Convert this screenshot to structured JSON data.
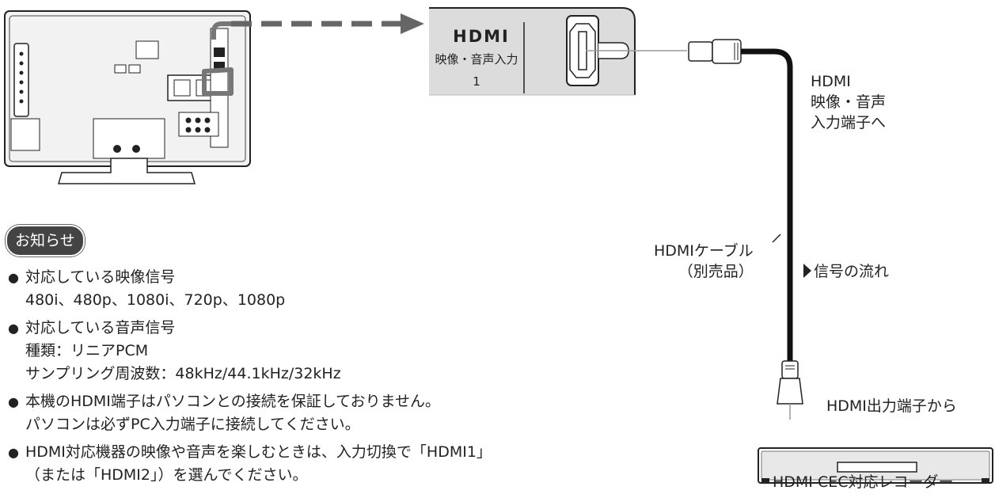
{
  "panel": {
    "logo": "HDMI",
    "input_label": "映像・音声入力",
    "input_number": "1"
  },
  "labels": {
    "tv_terminal": [
      "HDMI",
      "映像・音声",
      "入力端子へ"
    ],
    "cable": [
      "HDMIケーブル",
      "（別売品）"
    ],
    "signal_flow": "信号の流れ",
    "recorder_output": "HDMI出力端子から",
    "recorder": "HDMI CEC対応レコーダー"
  },
  "notice": {
    "title": "お知らせ",
    "items": [
      {
        "text": "対応している映像信号",
        "sub": [
          "480i、480p、1080i、720p、1080p"
        ]
      },
      {
        "text": "対応している音声信号",
        "sub": [
          "種類：リニアPCM",
          "サンプリング周波数：48kHz/44.1kHz/32kHz"
        ]
      },
      {
        "text": "本機のHDMI端子はパソコンとの接続を保証しておりません。",
        "sub": [
          "パソコンは必ずPC入力端子に接続してください。"
        ]
      },
      {
        "text": "HDMI対応機器の映像や音声を楽しむときは、入力切換で「HDMI1」",
        "sub": [
          "（または「HDMI2」）を選んでください。"
        ]
      }
    ]
  },
  "bullet": "●",
  "colors": {
    "cable": "#111111",
    "arrow": "#666666",
    "panel_bg": "#dcdcdc",
    "badge": "#444444"
  }
}
